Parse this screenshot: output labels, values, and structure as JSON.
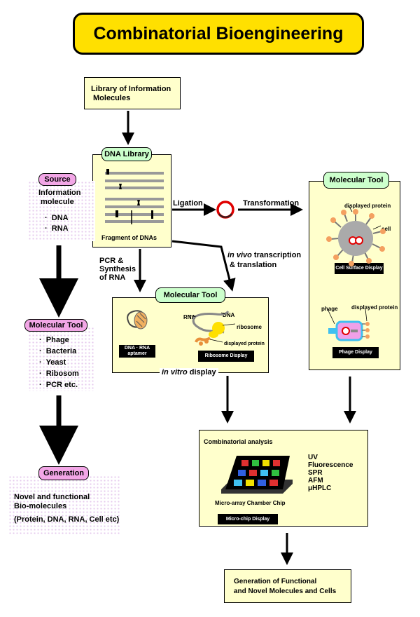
{
  "title": "Combinatorial Bioengineering",
  "library_box": {
    "line1": "Library of Information",
    "line2": "Molecules"
  },
  "dna_library": {
    "label": "DNA Library",
    "fragment_label": "Fragment of DNAs"
  },
  "ligation": "Ligation",
  "transformation": "Transformation",
  "pcr": {
    "line1": "PCR &",
    "line2": "Synthesis",
    "line3": "of RNA"
  },
  "invivo": {
    "italic": "in vivo",
    "rest": "transcription",
    "line2": "& translation"
  },
  "source": {
    "label": "Source",
    "line1": "Information",
    "line2": "molecule",
    "items": [
      "DNA",
      "RNA"
    ]
  },
  "left_tool": {
    "label": "Molecular Tool",
    "items": [
      "Phage",
      "Bacteria",
      "Yeast",
      "Ribosom",
      "PCR etc."
    ]
  },
  "generation": {
    "label": "Generation",
    "line1": "Novel and functional",
    "line2": "Bio-molecules",
    "line3": "(Protein, DNA, RNA, Cell etc)"
  },
  "mid_tool": {
    "label": "Molecular Tool",
    "aptamer_label": "DNA · RNA aptamer",
    "rna": "RNA",
    "dna": "DNA",
    "ribosome": "ribosome",
    "displayed_protein": "displayed protein",
    "ribosome_display": "Ribosome Display",
    "footer_italic": "in vitro",
    "footer_rest": "display"
  },
  "right_tool": {
    "label": "Molecular Tool",
    "displayed_protein": "displayed protein",
    "cell": "cell",
    "cell_surface_display": "Cell Surface Display",
    "phage": "phage",
    "displayed_protein2": "displayed protein",
    "phage_display": "Phage Display"
  },
  "combinatorial": {
    "label": "Combinatorial analysis",
    "methods": [
      "UV",
      "Fluorescence",
      "SPR",
      "AFM",
      "μHPLC"
    ],
    "chip_label": "Micro-array Chamber Chip",
    "chip_display": "Micro-chip Display"
  },
  "final_box": {
    "line1": "Generation of Functional",
    "line2": "and Novel Molecules and Cells"
  },
  "colors": {
    "title_bg": "#ffe000",
    "box_bg": "#ffffcc",
    "pink": "#f2a6e6",
    "green": "#ccffcc",
    "red": "#e00000"
  }
}
